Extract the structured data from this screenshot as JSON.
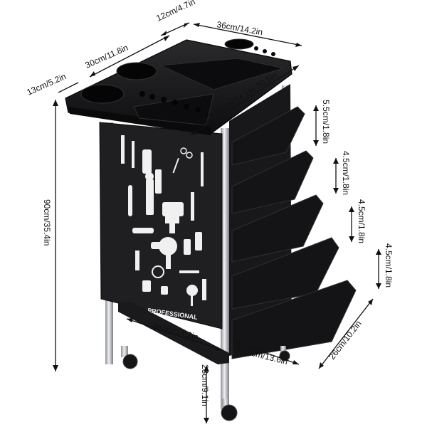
{
  "product": {
    "panel_label": "PROFESSIONAL",
    "colors": {
      "body": "#1c1c1e",
      "tray": "#111113",
      "pole": "#c9ccd0",
      "panel_art": "#f2f2f2"
    }
  },
  "dimensions": {
    "top_depth": "12cm/4.7in",
    "top_width": "36cm/14.2in",
    "top_tray": "30cm/11.8in",
    "holder": "13cm/5.2in",
    "top_extend": "35.7-52cm/14.1in-20.5in",
    "drawer1": "5.5cm/1.8in",
    "drawer2": "4.5cm/1.8in",
    "drawer3": "4.5cm/1.8in",
    "drawer4": "4.5cm/1.8in",
    "height": "90cm/35.4in",
    "base_width": "36cm/14.2in",
    "base_depth": "34.5cm/13.6in",
    "drawer_depth": "26cm/10.2in",
    "leg": "23cm/9.1in"
  }
}
